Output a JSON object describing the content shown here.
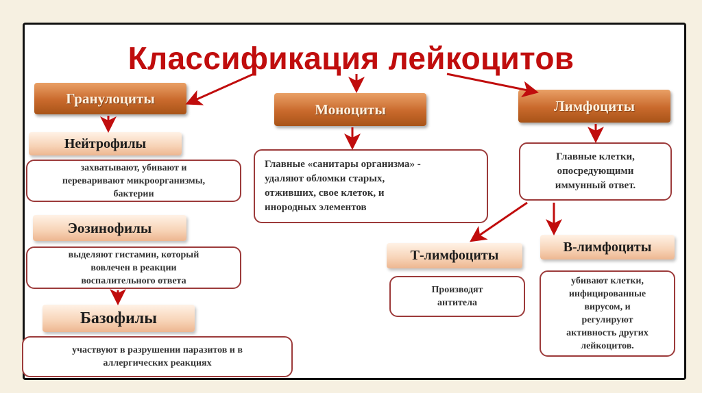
{
  "title": "Классификация лейкоцитов",
  "colors": {
    "accent": "#c00d0d",
    "header_fill": "#c9692c",
    "sub_fill": "#f7d3b6",
    "desc_border": "#9c3a3a"
  },
  "nodes": {
    "granulocytes": "Гранулоциты",
    "monocytes": "Моноциты",
    "lymphocytes": "Лимфоциты",
    "neutrophils": "Нейтрофилы",
    "neutrophils_desc": "захватывают, убивают и\nпереваривают микроорганизмы,\nбактерии",
    "eosinophils": "Эозинофилы",
    "eosinophils_desc": "выделяют гистамин, который\nвовлечен в реакции\nвоспалительного ответа",
    "basophils": "Базофилы",
    "basophils_desc": "участвуют в разрушении паразитов и в\nаллергических реакциях",
    "monocytes_desc": "Главные «санитары организма» -\nудаляют обломки старых,\nотживших, свое клеток, и\nинородных элементов",
    "lymphocytes_desc": "Главные клетки,\nопосредующими\nиммунный ответ.",
    "t_lymphocytes": "Т-лимфоциты",
    "t_lymphocytes_desc": "Производят\nантитела",
    "b_lymphocytes": "В-лимфоциты",
    "b_lymphocytes_desc": "убивают клетки,\nинфицированные\nвирусом, и\nрегулируют\nактивность других\nлейкоцитов."
  }
}
